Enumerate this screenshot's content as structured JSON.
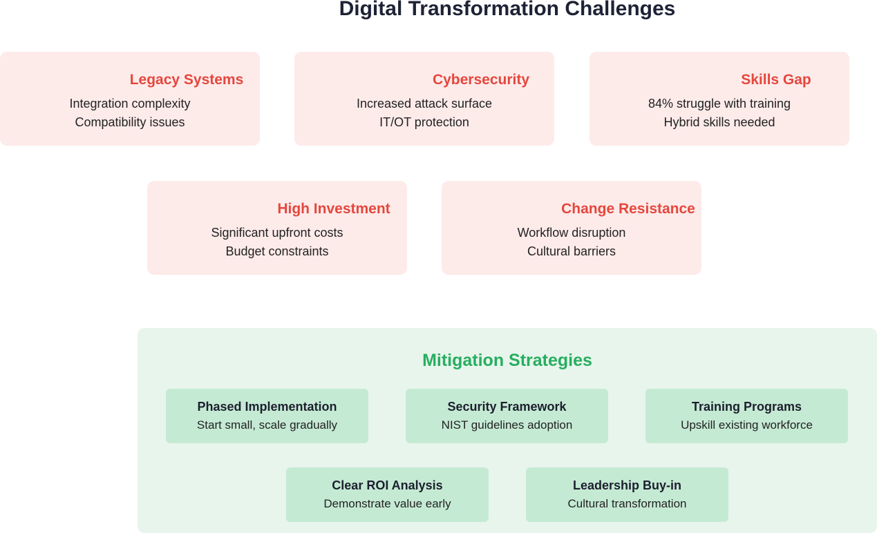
{
  "title": "Digital Transformation Challenges",
  "challenges": [
    {
      "title": "Legacy Systems",
      "lines": [
        "Integration complexity",
        "Compatibility issues"
      ]
    },
    {
      "title": "Cybersecurity",
      "lines": [
        "Increased attack surface",
        "IT/OT protection"
      ]
    },
    {
      "title": "Skills Gap",
      "lines": [
        "84% struggle with training",
        "Hybrid skills needed"
      ]
    },
    {
      "title": "High Investment",
      "lines": [
        "Significant upfront costs",
        "Budget constraints"
      ]
    },
    {
      "title": "Change Resistance",
      "lines": [
        "Workflow disruption",
        "Cultural barriers"
      ]
    }
  ],
  "mitigation": {
    "title": "Mitigation Strategies",
    "strategies": [
      {
        "title": "Phased Implementation",
        "desc": "Start small, scale gradually"
      },
      {
        "title": "Security Framework",
        "desc": "NIST guidelines adoption"
      },
      {
        "title": "Training Programs",
        "desc": "Upskill existing workforce"
      },
      {
        "title": "Clear ROI Analysis",
        "desc": "Demonstrate value early"
      },
      {
        "title": "Leadership Buy-in",
        "desc": "Cultural transformation"
      }
    ]
  },
  "colors": {
    "challenge_bg": "#fdebea",
    "challenge_title": "#e5473d",
    "mitigation_bg": "#e8f5ec",
    "mitigation_title": "#27ae60",
    "strategy_bg": "#c5ead4"
  }
}
